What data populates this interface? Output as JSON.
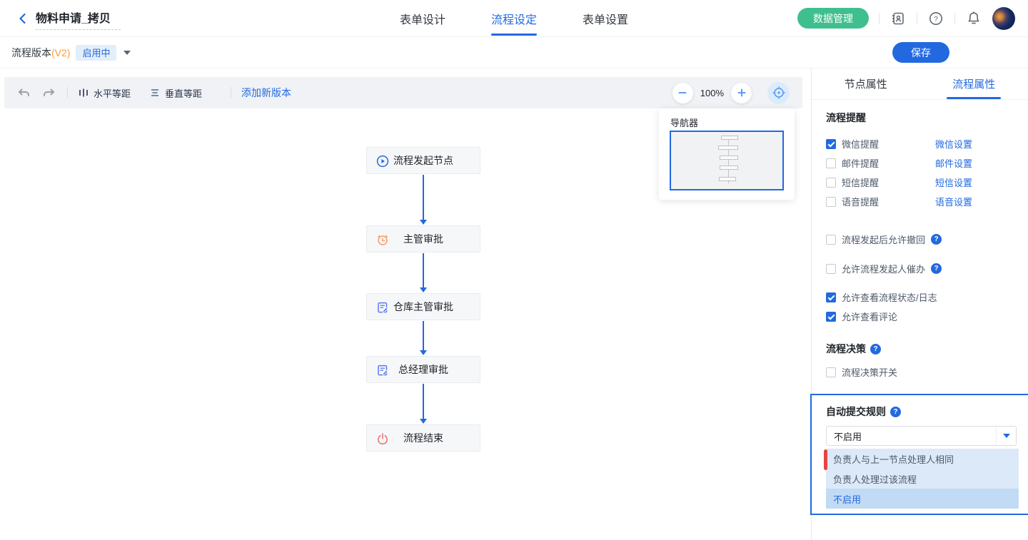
{
  "colors": {
    "primary_blue": "#2269e0",
    "green": "#3fbf8e",
    "orange": "#ff9a2e",
    "badge_bg": "#e3eefb",
    "dropdown_bg": "#dce9f8",
    "dropdown_selected_bg": "#c2dbf4",
    "red_marker": "#e8443f",
    "node_bg": "#f6f7f9"
  },
  "header": {
    "title": "物料申请_拷贝",
    "tabs": [
      {
        "label": "表单设计",
        "active": false
      },
      {
        "label": "流程设定",
        "active": true
      },
      {
        "label": "表单设置",
        "active": false
      }
    ],
    "data_manage_button": "数据管理"
  },
  "version_bar": {
    "label": "流程版本",
    "version": "(V2)",
    "status_badge": "启用中",
    "save_button": "保存"
  },
  "toolbar": {
    "horizontal_distribute": "水平等距",
    "vertical_distribute": "垂直等距",
    "add_version_link": "添加新版本",
    "zoom_level": "100%"
  },
  "navigator": {
    "title": "导航器"
  },
  "flow": {
    "nodes": [
      {
        "label": "流程发起节点",
        "icon": "play-icon"
      },
      {
        "label": "主管审批",
        "icon": "alarm-clock-icon"
      },
      {
        "label": "仓库主管审批",
        "icon": "document-edit-icon"
      },
      {
        "label": "总经理审批",
        "icon": "document-edit-icon"
      },
      {
        "label": "流程结束",
        "icon": "power-icon"
      }
    ]
  },
  "panel": {
    "tabs": [
      {
        "label": "节点属性",
        "active": false
      },
      {
        "label": "流程属性",
        "active": true
      }
    ],
    "reminder": {
      "title": "流程提醒",
      "rows": [
        {
          "label": "微信提醒",
          "checked": true,
          "link": "微信设置"
        },
        {
          "label": "邮件提醒",
          "checked": false,
          "link": "邮件设置"
        },
        {
          "label": "短信提醒",
          "checked": false,
          "link": "短信设置"
        },
        {
          "label": "语音提醒",
          "checked": false,
          "link": "语音设置"
        }
      ]
    },
    "options": [
      {
        "label": "流程发起后允许撤回",
        "checked": false,
        "help": true
      },
      {
        "label": "允许流程发起人催办",
        "checked": false,
        "help": true
      },
      {
        "label": "允许查看流程状态/日志",
        "checked": true,
        "help": false
      },
      {
        "label": "允许查看评论",
        "checked": true,
        "help": false
      }
    ],
    "decision": {
      "title": "流程决策",
      "toggle_label": "流程决策开关"
    },
    "auto_submit": {
      "title": "自动提交规则",
      "selected_value": "不启用",
      "options": [
        {
          "label": "负责人与上一节点处理人相同",
          "selected": false
        },
        {
          "label": "负责人处理过该流程",
          "selected": false
        },
        {
          "label": "不启用",
          "selected": true
        }
      ]
    }
  }
}
